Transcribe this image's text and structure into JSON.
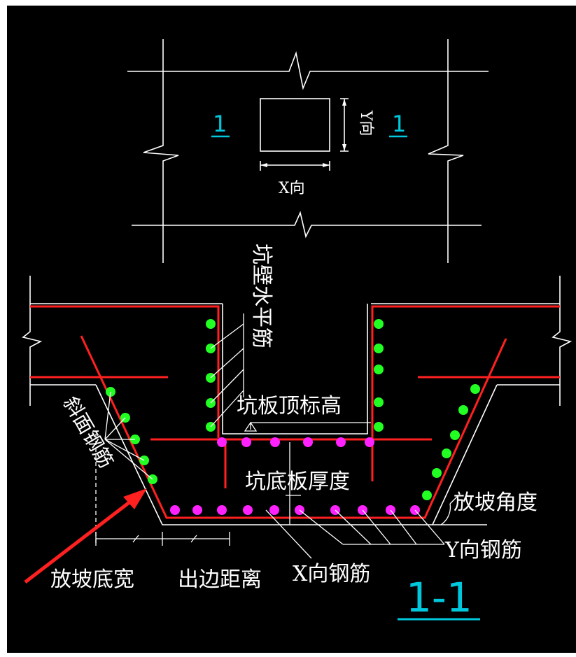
{
  "colors": {
    "background": "#000000",
    "line": "#ffffff",
    "rebar": "#ff2020",
    "slope_dots": "#22ff22",
    "bottom_dots": "#ff22ff",
    "section_text": "#00c8dc"
  },
  "plan": {
    "section_mark_left": "1",
    "section_mark_right": "1",
    "dim_x": "X向",
    "dim_y": "Y向"
  },
  "section": {
    "title": "1-1",
    "labels": {
      "wall_horizontal_rebar": "坑壁水平筋",
      "slab_top_elevation": "坑板顶标高",
      "slab_thickness": "坑底板厚度",
      "slope_rebar": "斜面钢筋",
      "slope_angle": "放坡角度",
      "y_rebar": "Y向钢筋",
      "x_rebar": "X向钢筋",
      "slope_bottom_width": "放坡底宽",
      "edge_distance": "出边距离"
    }
  }
}
